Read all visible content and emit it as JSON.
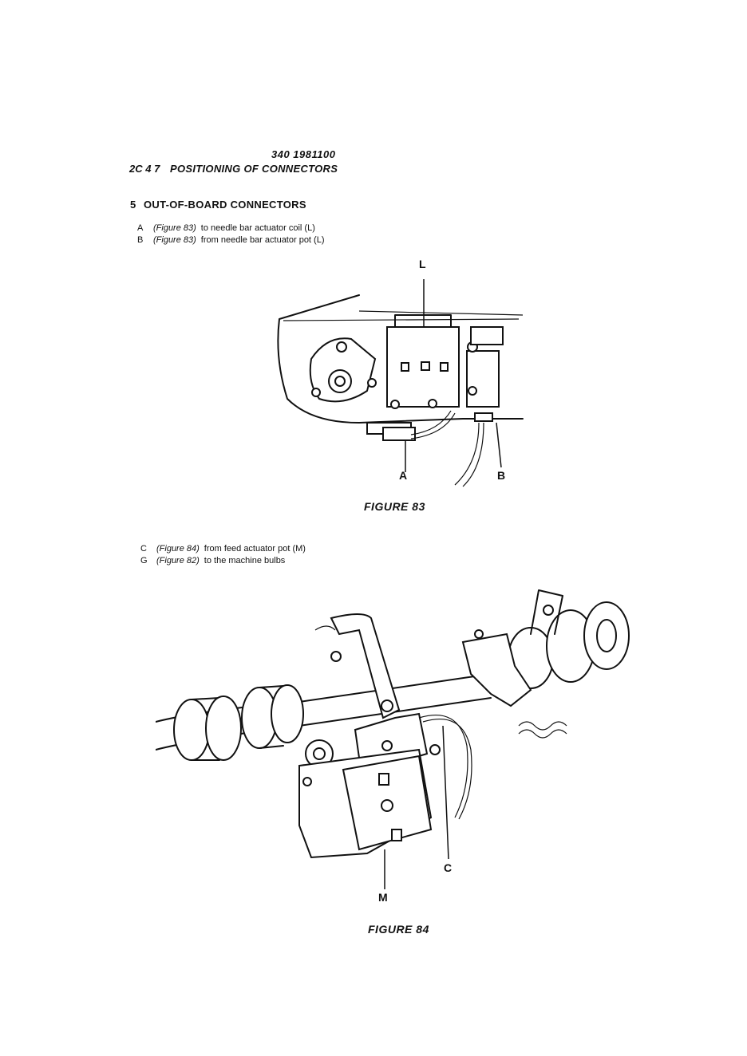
{
  "header": {
    "doc_number": "340 1981100",
    "section_code": "2C 4 7",
    "section_title": "POSITIONING OF CONNECTORS"
  },
  "subsection": {
    "number": "5",
    "title": "OUT-OF-BOARD CONNECTORS"
  },
  "items_a": [
    {
      "letter": "A",
      "ref": "(Figure 83)",
      "text": "to needle bar actuator coil (L)"
    },
    {
      "letter": "B",
      "ref": "(Figure 83)",
      "text": "from needle bar actuator pot (L)"
    }
  ],
  "figure83": {
    "caption": "FIGURE 83",
    "labels": {
      "L": "L",
      "A": "A",
      "B": "B"
    }
  },
  "items_b": [
    {
      "letter": "C",
      "ref": "(Figure 84)",
      "text": "from feed actuator pot (M)"
    },
    {
      "letter": "G",
      "ref": "(Figure 82)",
      "text": "to the machine bulbs"
    }
  ],
  "figure84": {
    "caption": "FIGURE 84",
    "labels": {
      "M": "M",
      "C": "C"
    }
  }
}
